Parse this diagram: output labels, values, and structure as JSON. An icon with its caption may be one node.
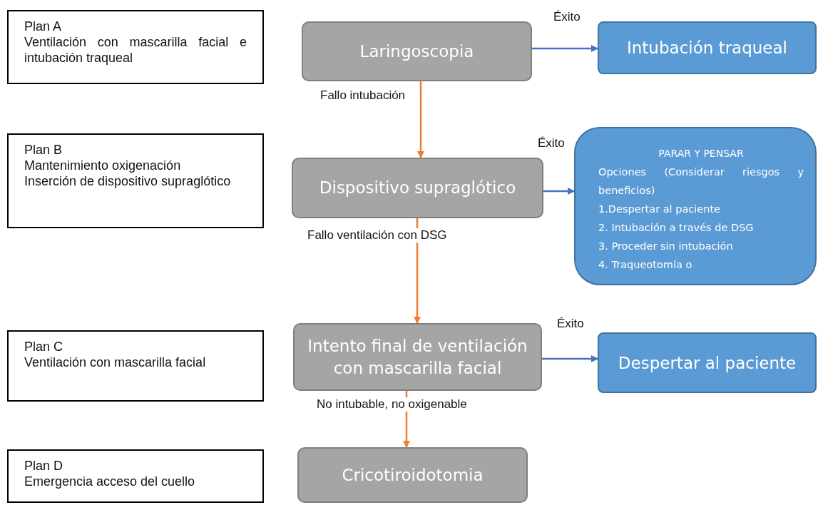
{
  "diagram": {
    "nodes": [
      {
        "text": [
          "Plan A",
          "Ventilación con mascarilla facial e intubación traqueal"
        ]
      },
      {
        "text": [
          "Laringoscopia"
        ]
      },
      {
        "text": [
          "Intubación traqueal"
        ]
      },
      {
        "text": [
          "Plan B",
          "Mantenimiento oxigenación",
          "Inserción de dispositivo supraglótico"
        ]
      },
      {
        "text": [
          "Dispositivo supraglótico"
        ]
      },
      {
        "text": [
          "PARAR Y PENSAR",
          "Opciones (Considerar riesgos y beneficios)",
          "1.Despertar al paciente",
          "2. Intubación a través de DSG",
          "3. Proceder sin intubación",
          "4. Traqueotomía o"
        ]
      },
      {
        "text": [
          "Plan C",
          "Ventilación con mascarilla facial"
        ]
      },
      {
        "text": [
          "Intento final de ventilación con mascarilla facial"
        ]
      },
      {
        "text": [
          "Despertar al paciente"
        ]
      },
      {
        "text": [
          "Plan D",
          "Emergencia acceso del cuello"
        ]
      },
      {
        "text": [
          "Cricotiroidotomia"
        ]
      }
    ],
    "edges": [
      {
        "from": 1,
        "to": 2,
        "arrow": "to",
        "label": "Éxito",
        "color": "#4472c4"
      },
      {
        "from": 1,
        "to": 4,
        "arrow": "to",
        "label": "Fallo intubación",
        "color": "#ed7d31"
      },
      {
        "from": 4,
        "to": 5,
        "arrow": "to",
        "label": "Éxito",
        "color": "#4472c4"
      },
      {
        "from": 4,
        "to": 7,
        "arrow": "to",
        "label": "Fallo ventilación con DSG",
        "color": "#ed7d31"
      },
      {
        "from": 7,
        "to": 8,
        "arrow": "to",
        "label": "Éxito",
        "color": "#4472c4"
      },
      {
        "from": 7,
        "to": 10,
        "arrow": "to",
        "label": "No intubable, no oxigenable",
        "color": "#ed7d31"
      }
    ]
  }
}
